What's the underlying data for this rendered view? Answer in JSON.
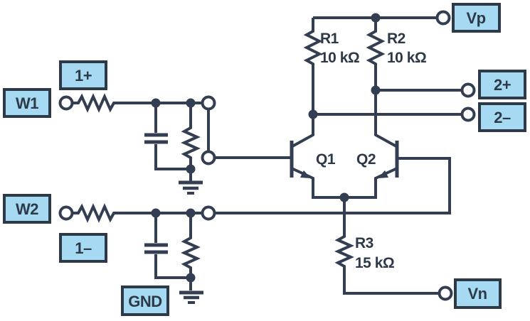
{
  "colors": {
    "line": "#333E52",
    "box_fill": "#A6DAF2",
    "box_border": "#2E3948",
    "text": "#2E3948",
    "background": "#FFFFFF"
  },
  "io_labels": {
    "w1": "W1",
    "plus1": "1+",
    "w2": "W2",
    "minus1": "1–",
    "gnd": "GND",
    "vp": "Vp",
    "plus2": "2+",
    "minus2": "2–",
    "vn": "Vn"
  },
  "components": {
    "r1": {
      "ref": "R1",
      "value": "10 kΩ"
    },
    "r2": {
      "ref": "R2",
      "value": "10 kΩ"
    },
    "r3": {
      "ref": "R3",
      "value": "15 kΩ"
    },
    "q1": {
      "ref": "Q1"
    },
    "q2": {
      "ref": "Q2"
    }
  }
}
